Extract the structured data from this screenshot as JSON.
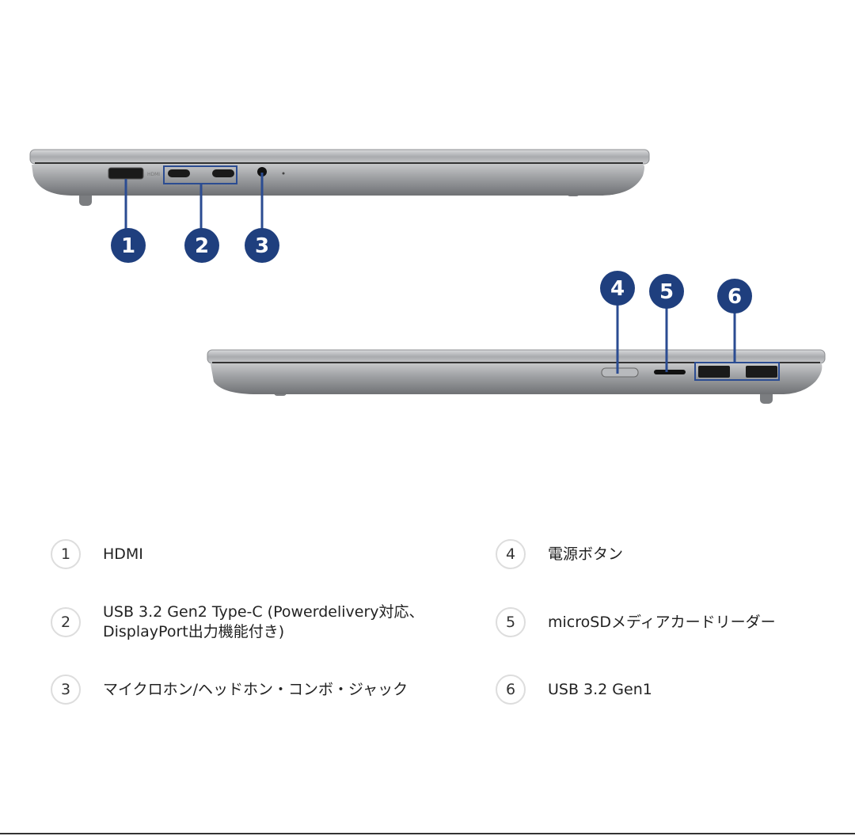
{
  "colors": {
    "marker": "#1f3f7e",
    "highlight_box": "#2b4c92",
    "chassis": "#8a8c90"
  },
  "diagram": {
    "port_labels": {
      "hdmi": "HDMI"
    },
    "markers": [
      "1",
      "2",
      "3",
      "4",
      "5",
      "6"
    ]
  },
  "legend": [
    {
      "num": "1",
      "text": "HDMI"
    },
    {
      "num": "2",
      "text_line1": "USB 3.2 Gen2 Type-C (Powerdelivery対応、",
      "text_line2": "DisplayPort出力機能付き)"
    },
    {
      "num": "3",
      "text": "マイクロホン/ヘッドホン・コンボ・ジャック"
    },
    {
      "num": "4",
      "text": "電源ボタン"
    },
    {
      "num": "5",
      "text": "microSDメディアカードリーダー"
    },
    {
      "num": "6",
      "text": "USB 3.2 Gen1"
    }
  ]
}
